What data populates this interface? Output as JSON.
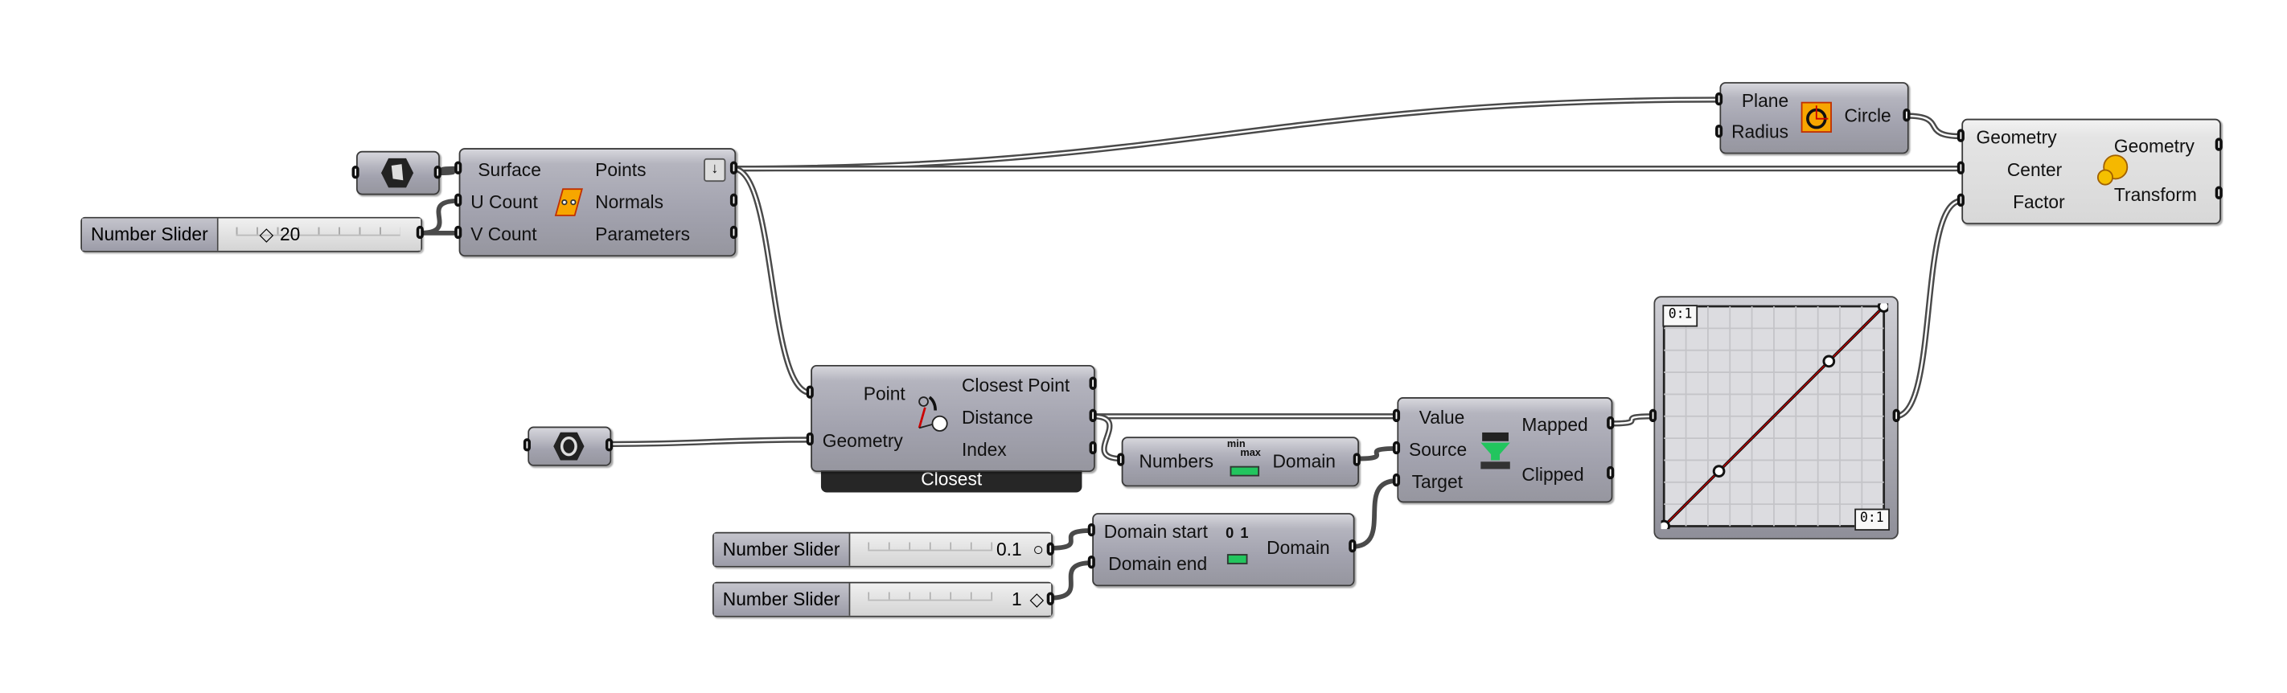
{
  "canvas": {
    "wire_color": "#4a4a4a",
    "accent_orange": "#f7a600",
    "accent_green": "#22c55e"
  },
  "surface_param": {
    "icon": "surface-param-icon"
  },
  "geometry_param": {
    "icon": "geometry-param-icon"
  },
  "divide_surface": {
    "inputs": [
      "Surface",
      "U Count",
      "V Count"
    ],
    "outputs": [
      "Points",
      "Normals",
      "Parameters"
    ],
    "icon": "divide-surface-icon",
    "menu_icon": "arrow-down-icon"
  },
  "slider_count": {
    "name": "Number Slider",
    "value": "20",
    "grip": "◇"
  },
  "closest_point": {
    "inputs": [
      "Point",
      "Geometry"
    ],
    "outputs": [
      "Closest Point",
      "Distance",
      "Index"
    ],
    "footer": "Closest"
  },
  "bounds": {
    "input": "Numbers",
    "output": "Domain",
    "icon_min": "min",
    "icon_max": "max"
  },
  "remap": {
    "inputs": [
      "Value",
      "Source",
      "Target"
    ],
    "outputs": [
      "Mapped",
      "Clipped"
    ]
  },
  "construct_domain": {
    "inputs": [
      "Domain start",
      "Domain end"
    ],
    "output": "Domain",
    "icon_a": "0",
    "icon_b": "1"
  },
  "slider_start": {
    "name": "Number Slider",
    "value": "0.1",
    "grip": "○"
  },
  "slider_end": {
    "name": "Number Slider",
    "value": "1",
    "grip": "◇"
  },
  "graph_mapper": {
    "x_range": "0:1",
    "y_range": "0:1",
    "points": [
      [
        0,
        0
      ],
      [
        0.25,
        0.25
      ],
      [
        0.75,
        0.75
      ],
      [
        1,
        1
      ]
    ]
  },
  "circle": {
    "inputs": [
      "Plane",
      "Radius"
    ],
    "output": "Circle"
  },
  "scale": {
    "inputs": [
      "Geometry",
      "Center",
      "Factor"
    ],
    "outputs": [
      "Geometry",
      "Transform"
    ]
  }
}
